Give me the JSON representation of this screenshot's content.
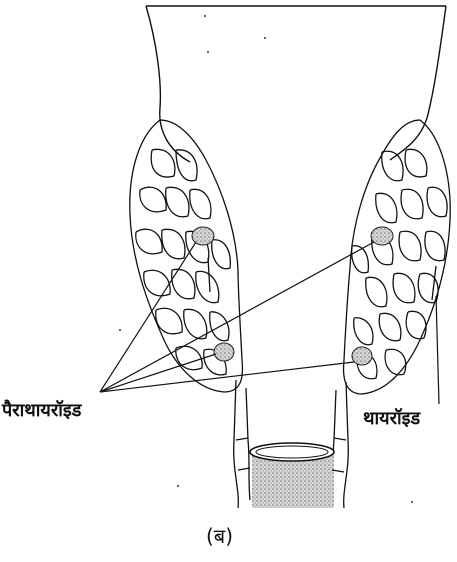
{
  "labels": {
    "parathyroid": "पैराथायरॉइड",
    "thyroid": "थायरॉइड",
    "caption": "(ब)"
  },
  "colors": {
    "ink": "#111111",
    "parathyroid_fill": "#555555",
    "cartilage_fill": "#bdbdbd",
    "background": "#ffffff"
  }
}
